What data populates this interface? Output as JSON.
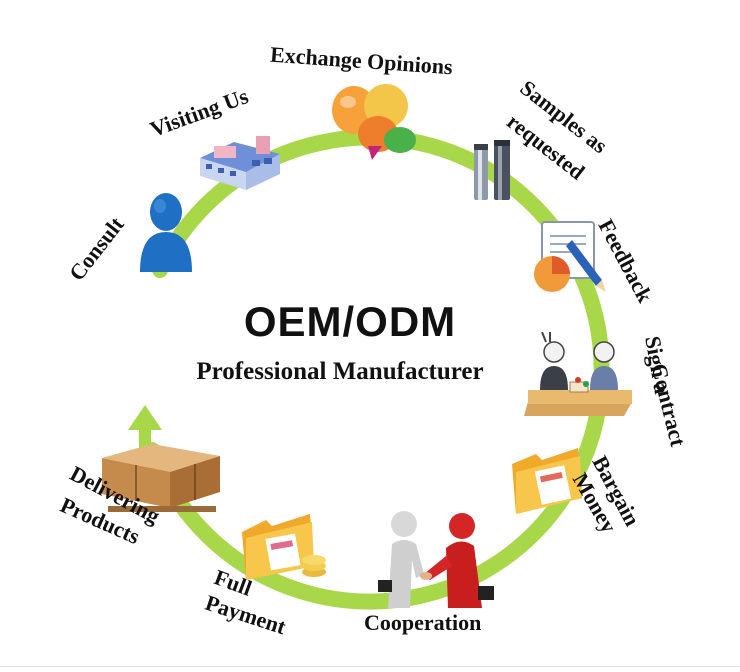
{
  "center": {
    "title": "OEM/ODM",
    "subtitle": "Professional Manufacturer"
  },
  "steps": {
    "consult": "Consult",
    "visiting_us": "Visiting Us",
    "exchange_opinions": "Exchange Opinions",
    "samples_line1": "Samples as",
    "samples_line2": "requested",
    "feedback": "Feedback",
    "sign_line1": "Sign a",
    "sign_line2": "Contract",
    "bargain_line1": "Bargain",
    "bargain_line2": "Money",
    "cooperation": "Cooperation",
    "full_payment_line1": "Full",
    "full_payment_line2": "Payment",
    "delivering_line1": "Delivering",
    "delivering_line2": "Products"
  },
  "colors": {
    "ring": "#a8d84a",
    "ring_dark": "#8cc63f"
  },
  "icons": [
    "person-icon",
    "building-icon",
    "chat-bubbles-icon",
    "tubes-icon",
    "clipboard-chart-icon",
    "contract-meeting-icon",
    "folder-icon",
    "handshake-icon",
    "folder-payment-icon",
    "boxes-icon"
  ]
}
